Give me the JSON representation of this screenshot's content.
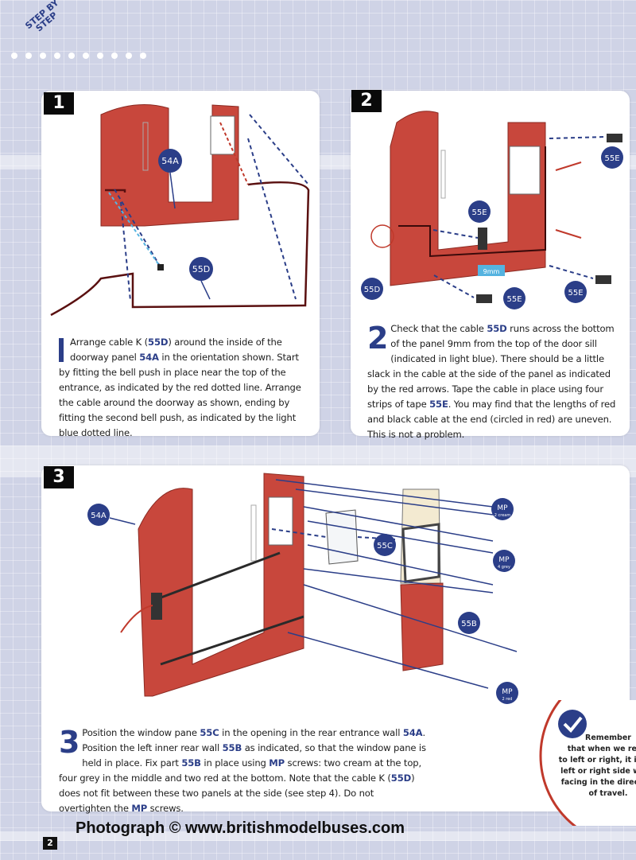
{
  "header": {
    "step_by_step_line1": "STEP BY",
    "step_by_step_line2": "STEP"
  },
  "steps": [
    {
      "number": "1",
      "part_labels": [
        "54A",
        "55D"
      ],
      "text_prefix": "Arrange cable K (",
      "text_ref1": "55D",
      "text_mid1": ") around the inside of the doorway panel ",
      "text_ref2": "54A",
      "text_rest": " in the orientation shown. Start by fitting the bell push in place near the top of the entrance, as indicated by the red dotted line. Arrange the cable around the doorway as shown, ending by fitting the second bell push, as indicated by the light blue dotted line."
    },
    {
      "number": "2",
      "part_labels": [
        "55E",
        "55E",
        "55D",
        "55E",
        "55E"
      ],
      "measure_label": "9mm",
      "text_prefix": "Check that the cable ",
      "text_ref1": "55D",
      "text_mid1": " runs across the bottom of the panel 9mm from the top of the door sill (indicated in light blue). There should be a little slack in the cable at the side of the panel as indicated by the red arrows. Tape the cable in place using four strips of tape ",
      "text_ref2": "55E",
      "text_rest": ". You may find that the lengths of red and black cable at the end (circled in red) are uneven. This is not a problem."
    },
    {
      "number": "3",
      "part_labels": [
        "54A",
        "55C",
        "55B"
      ],
      "mp_labels": [
        {
          "name": "MP",
          "sub": "2 cream"
        },
        {
          "name": "MP",
          "sub": "4 grey"
        },
        {
          "name": "MP",
          "sub": "2 red"
        }
      ],
      "text_prefix": "Position the window pane ",
      "text_ref1": "55C",
      "text_mid1": " in the opening in the rear entrance wall ",
      "text_ref2": "54A",
      "text_mid2": ". Position the left inner rear wall ",
      "text_ref3": "55B",
      "text_mid3": " as indicated, so that the window pane is held in place. Fix part ",
      "text_ref4": "55B",
      "text_mid4": " in place using ",
      "text_ref5": "MP",
      "text_mid5": " screws: two cream at the top, four grey in the middle and two red at the bottom. Note that the cable K (",
      "text_ref6": "55D",
      "text_mid6": ") does not fit between these two panels at the side (see step 4). Do not overtighten the ",
      "text_ref7": "MP",
      "text_rest": " screws."
    }
  ],
  "callout": {
    "lines": [
      "Remember",
      "that when we refer",
      "to left or right, it is the",
      "left or right side when",
      "facing in the direction",
      "of travel."
    ]
  },
  "photo_credit": "Photograph © www.britishmodelbuses.com",
  "page_number": "2",
  "colors": {
    "accent": "#2b3e88",
    "panel_red": "#c8473c",
    "callout_red": "#c0392b"
  }
}
